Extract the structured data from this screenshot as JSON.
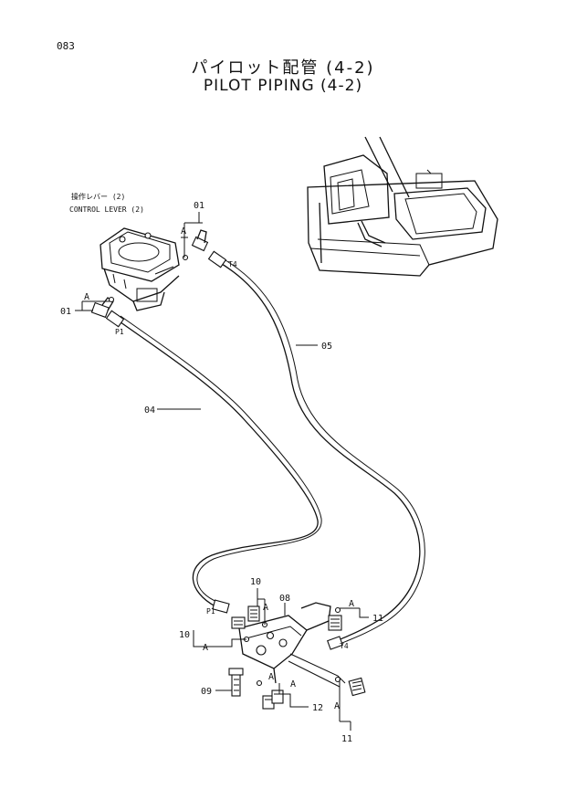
{
  "header": {
    "page_number": "083",
    "title_jp": "パイロット配管 (4-2)",
    "title_en": "PILOT PIPING (4-2)"
  },
  "control_lever": {
    "label_jp": "操作レバー (2)",
    "label_en": "CONTROL LEVER (2)"
  },
  "callouts": {
    "p01_top": "01",
    "p01_left": "01",
    "p04": "04",
    "p05": "05",
    "p08": "08",
    "p09": "09",
    "p10_top": "10",
    "p10_left": "10",
    "p11_right": "11",
    "p11_bottom": "11",
    "p12": "12"
  },
  "ports": {
    "t4_upper": "T4",
    "p1_upper": "P1",
    "p1_lower": "P1",
    "t4_lower": "T4"
  },
  "detail_marks": {
    "a1": "A",
    "a2": "A",
    "a3": "A",
    "a4": "A",
    "a5": "A",
    "a6": "A",
    "a7": "A",
    "a8": "A"
  }
}
